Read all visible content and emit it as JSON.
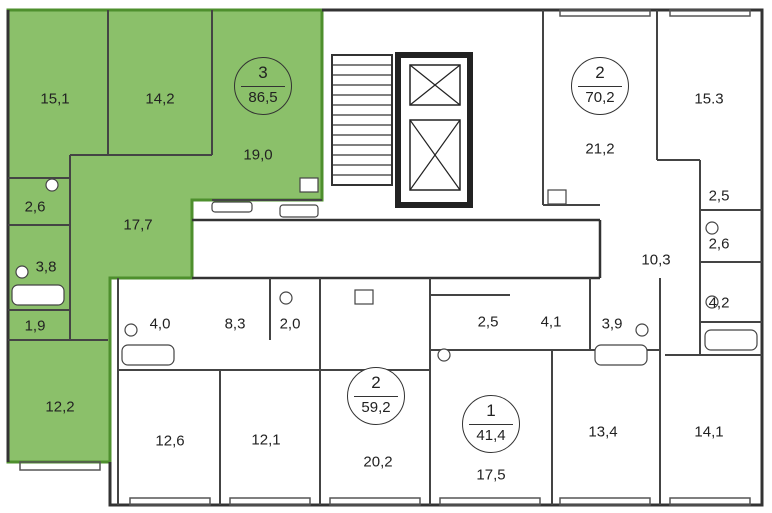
{
  "colors": {
    "highlight": "#8bc06a",
    "highlight_stroke": "#4e8f2d",
    "wall": "#333333",
    "window": "#555555"
  },
  "apartments": [
    {
      "id": "apt-3",
      "rooms": "3",
      "area": "86,5",
      "highlighted": true
    },
    {
      "id": "apt-2-top",
      "rooms": "2",
      "area": "70,2",
      "highlighted": false
    },
    {
      "id": "apt-2-bottom",
      "rooms": "2",
      "area": "59,2",
      "highlighted": false
    },
    {
      "id": "apt-1",
      "rooms": "1",
      "area": "41,4",
      "highlighted": false
    }
  ],
  "rooms": [
    {
      "id": "r1",
      "value": "15,1"
    },
    {
      "id": "r2",
      "value": "14,2"
    },
    {
      "id": "r3",
      "value": "19,0"
    },
    {
      "id": "r4",
      "value": "2,6"
    },
    {
      "id": "r5",
      "value": "17,7"
    },
    {
      "id": "r6",
      "value": "3,8"
    },
    {
      "id": "r7",
      "value": "1,9"
    },
    {
      "id": "r8",
      "value": "12,2"
    },
    {
      "id": "r9",
      "value": "21,2"
    },
    {
      "id": "r10",
      "value": "15.3"
    },
    {
      "id": "r11",
      "value": "2,5"
    },
    {
      "id": "r12",
      "value": "2,6"
    },
    {
      "id": "r13",
      "value": "10,3"
    },
    {
      "id": "r14",
      "value": "4,2"
    },
    {
      "id": "r15",
      "value": "4,0"
    },
    {
      "id": "r16",
      "value": "8,3"
    },
    {
      "id": "r17",
      "value": "2,0"
    },
    {
      "id": "r18",
      "value": "2,5"
    },
    {
      "id": "r19",
      "value": "4,1"
    },
    {
      "id": "r20",
      "value": "3,9"
    },
    {
      "id": "r21",
      "value": "12,6"
    },
    {
      "id": "r22",
      "value": "12,1"
    },
    {
      "id": "r23",
      "value": "20,2"
    },
    {
      "id": "r24",
      "value": "17,5"
    },
    {
      "id": "r25",
      "value": "13,4"
    },
    {
      "id": "r26",
      "value": "14,1"
    }
  ]
}
